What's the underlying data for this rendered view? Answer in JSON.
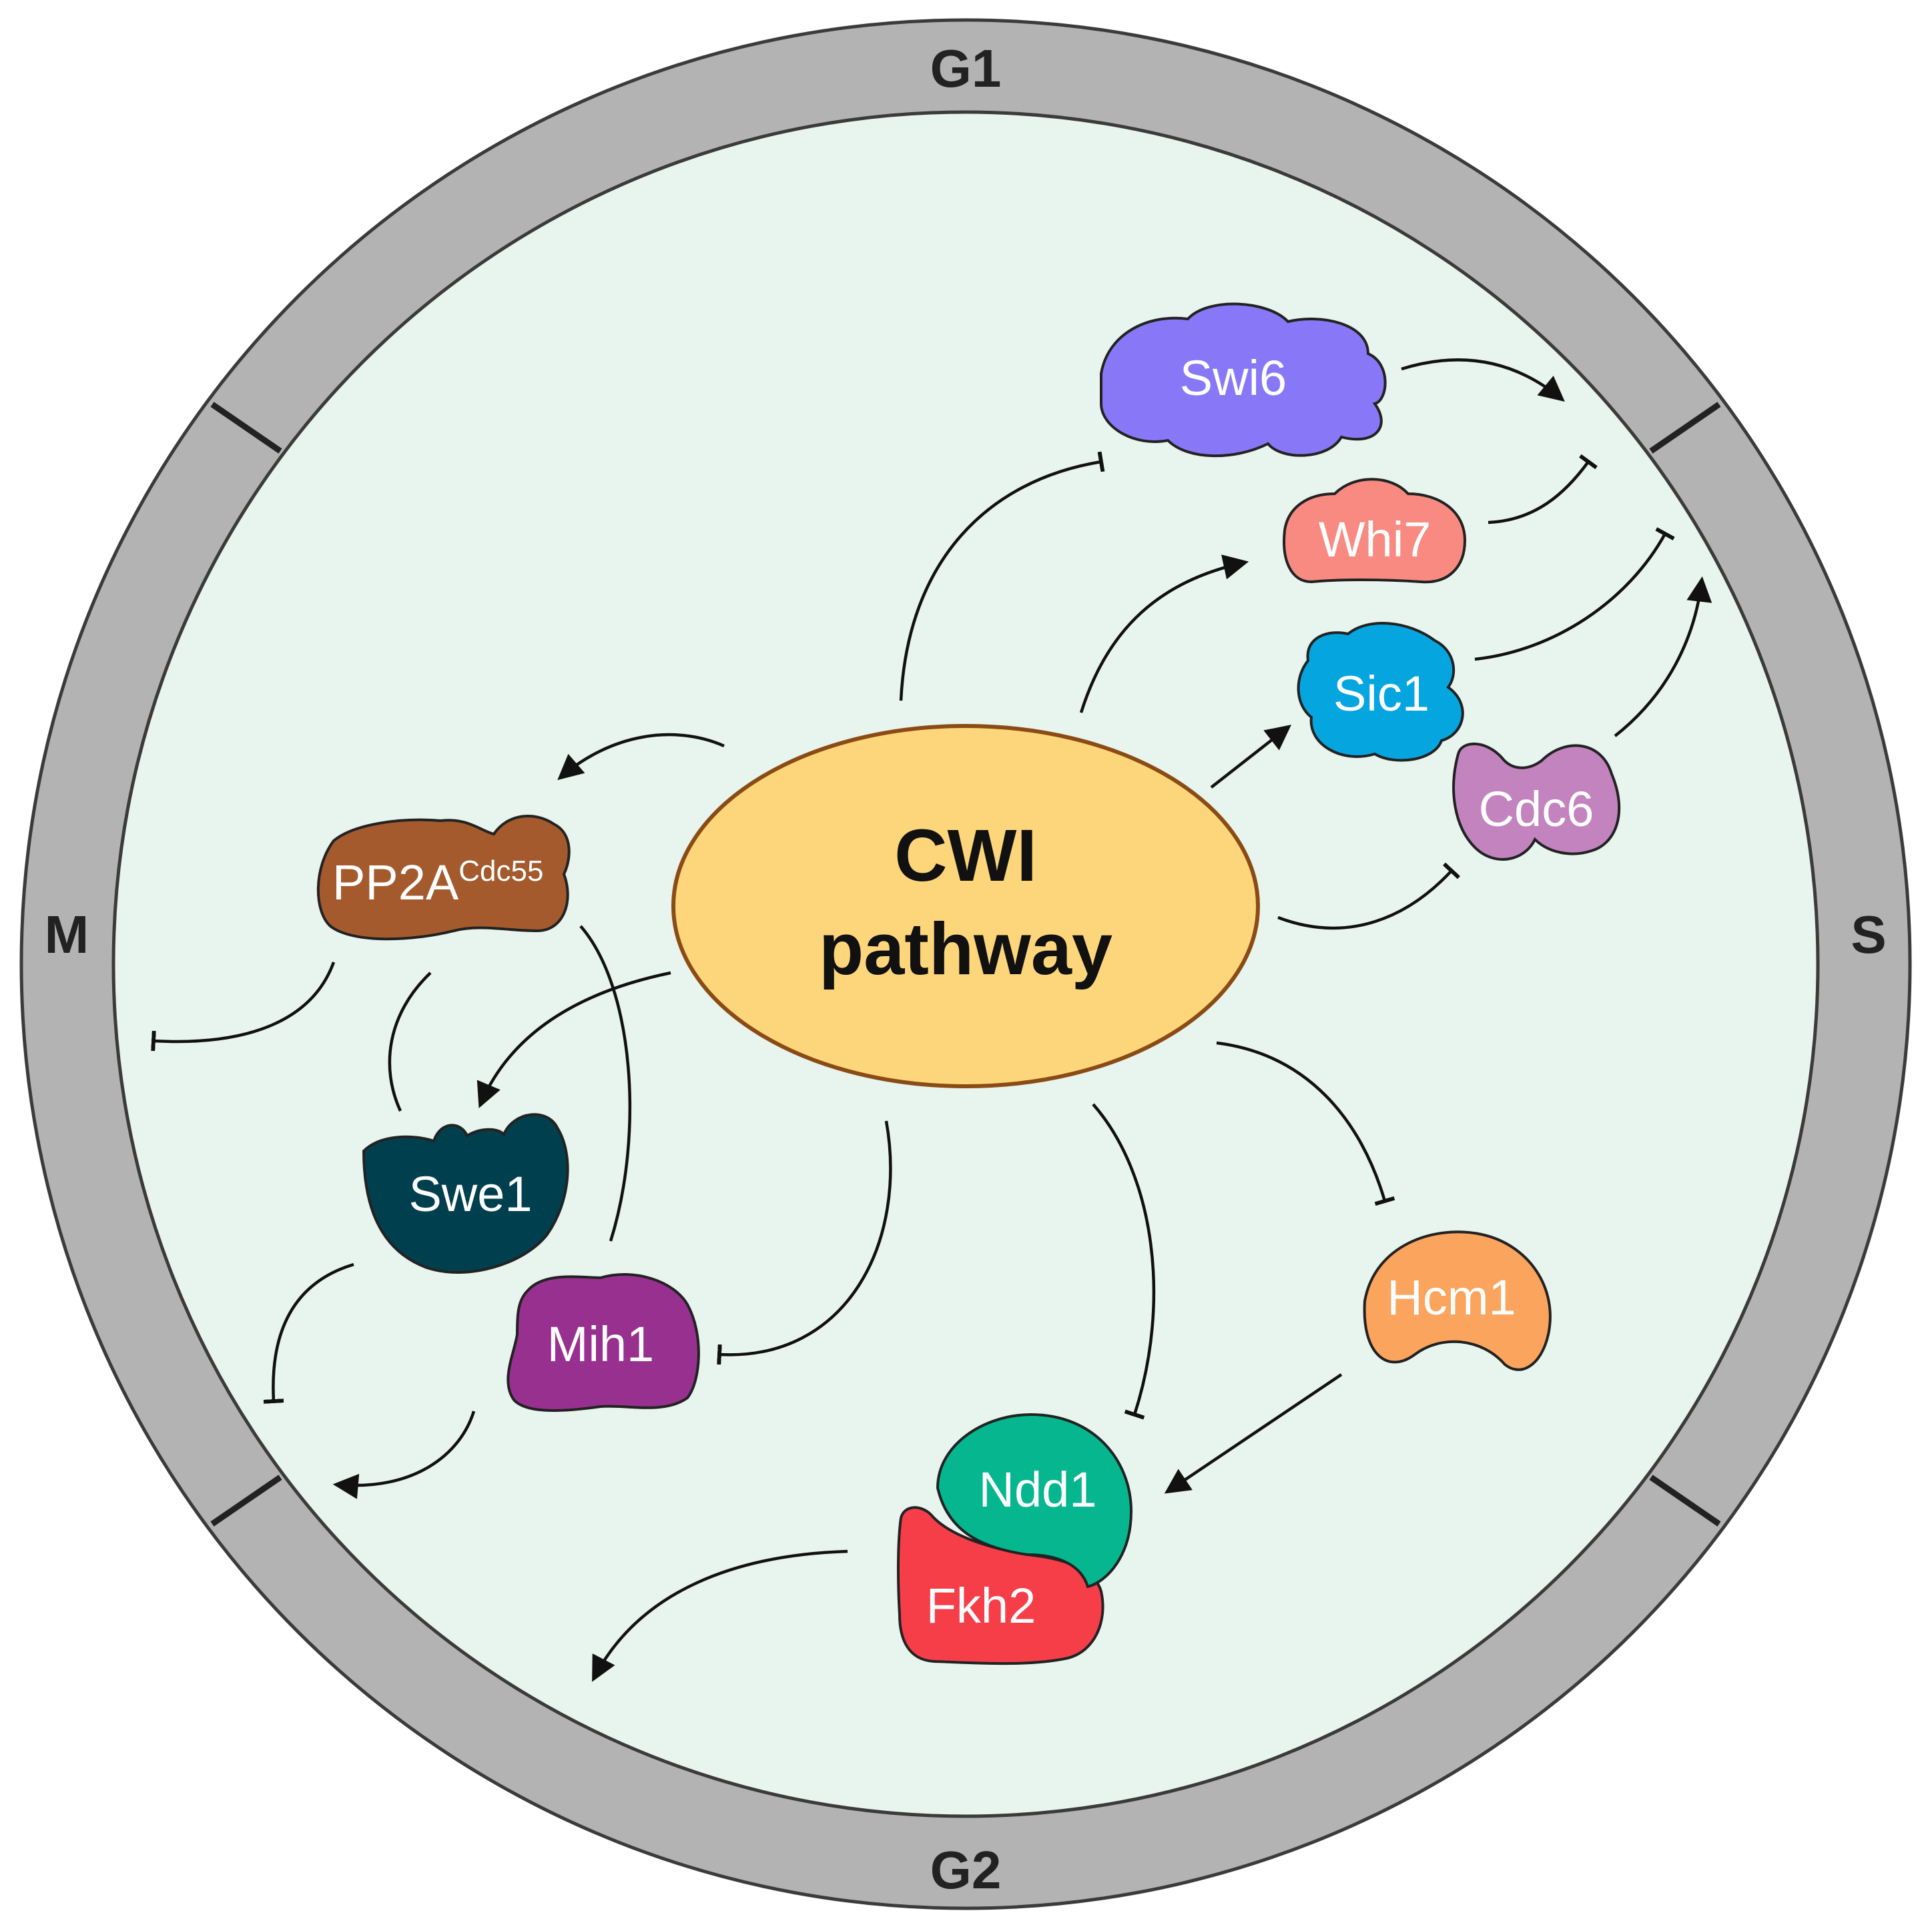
{
  "phases": {
    "g1": "G1",
    "s": "S",
    "g2": "G2",
    "m": "M"
  },
  "center": {
    "line1": "CWI",
    "line2": "pathway"
  },
  "proteins": {
    "swi6": "Swi6",
    "whi7": "Whi7",
    "sic1": "Sic1",
    "cdc6": "Cdc6",
    "pp2a": "PP2A",
    "pp2a_sup": "Cdc55",
    "swe1": "Swe1",
    "mih1": "Mih1",
    "hcm1": "Hcm1",
    "ndd1": "Ndd1",
    "fkh2": "Fkh2"
  },
  "colors": {
    "ring": "#b3b3b3",
    "inner": "#e8f4ee",
    "center_fill": "#fdd67c",
    "center_stroke": "#8a4b14",
    "swi6": "#8878f8",
    "whi7": "#f88a82",
    "sic1": "#05a5e0",
    "cdc6": "#c383bf",
    "pp2a": "#a45a2d",
    "swe1": "#00404e",
    "mih1": "#98308f",
    "hcm1": "#fba45d",
    "ndd1": "#05b68f",
    "fkh2": "#f53e48"
  }
}
